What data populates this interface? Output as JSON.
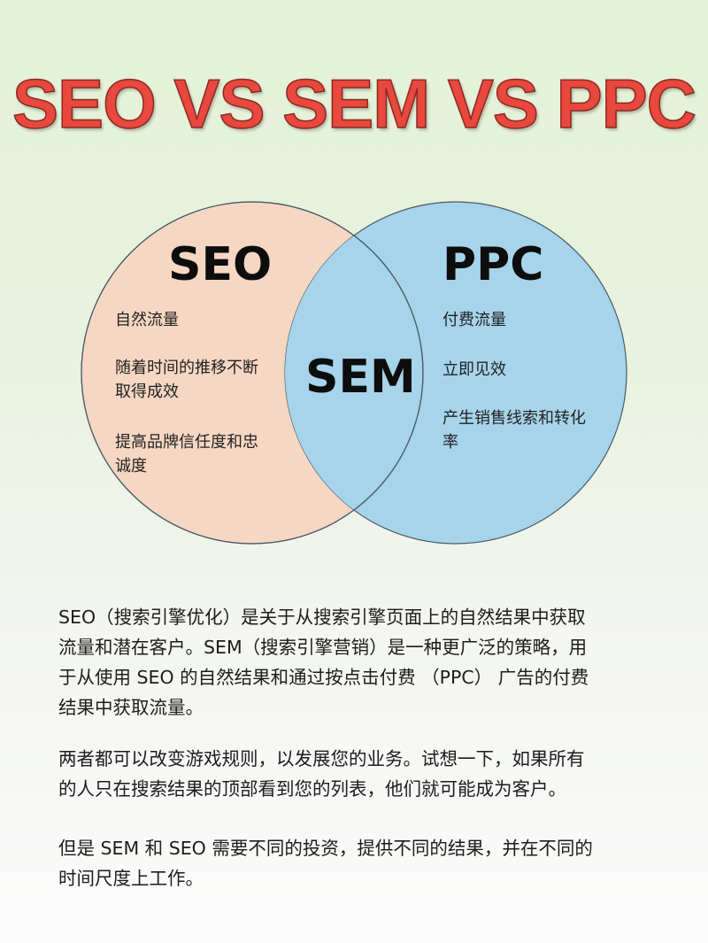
{
  "title": "SEO VS SEM VS PPC",
  "colors": {
    "title_fill": "#e8483d",
    "seo_circle": "#f6d7c3",
    "ppc_circle": "#a6d4ea",
    "overlap": "#a6d4ea",
    "outline": "#4a5a66"
  },
  "venn": {
    "seo": {
      "label": "SEO",
      "items": [
        "自然流量",
        "随着时间的推移不断取得成效",
        "提高品牌信任度和忠诚度"
      ],
      "item_lines": [
        [
          "自然流量"
        ],
        [
          "随着时间的推移不断",
          "取得成效"
        ],
        [
          "提高品牌信任度和忠",
          "诚度"
        ]
      ]
    },
    "sem": {
      "label": "SEM"
    },
    "ppc": {
      "label": "PPC",
      "items": [
        "付费流量",
        "立即见效",
        "产生销售线索和转化率"
      ],
      "item_lines": [
        [
          "付费流量"
        ],
        [
          "立即见效"
        ],
        [
          "产生销售线索和转化",
          "率"
        ]
      ]
    }
  },
  "paragraphs": [
    {
      "text": "SEO（搜索引擎优化）是关于从搜索引擎页面上的自然结果中获取流量和潜在客户。SEM（搜索引擎营销）是一种更广泛的策略，用于从使用 SEO 的自然结果和通过按点击付费 （PPC） 广告的付费结果中获取流量。",
      "lines": [
        "SEO（搜索引擎优化）是关于从搜索引擎页面上的自然结果中获取",
        "流量和潜在客户。SEM（搜索引擎营销）是一种更广泛的策略，用",
        "于从使用 SEO 的自然结果和通过按点击付费 （PPC） 广告的付费",
        "结果中获取流量。"
      ]
    },
    {
      "text": "两者都可以改变游戏规则，以发展您的业务。试想一下，如果所有的人只在搜索结果的顶部看到您的列表，他们就可能成为客户。",
      "lines": [
        "两者都可以改变游戏规则，以发展您的业务。试想一下，如果所有",
        "的人只在搜索结果的顶部看到您的列表，他们就可能成为客户。"
      ]
    },
    {
      "text": "但是 SEM 和 SEO 需要不同的投资，提供不同的结果，并在不同的时间尺度上工作。",
      "lines": [
        "但是 SEM 和 SEO 需要不同的投资，提供不同的结果，并在不同的",
        "时间尺度上工作。"
      ]
    }
  ]
}
